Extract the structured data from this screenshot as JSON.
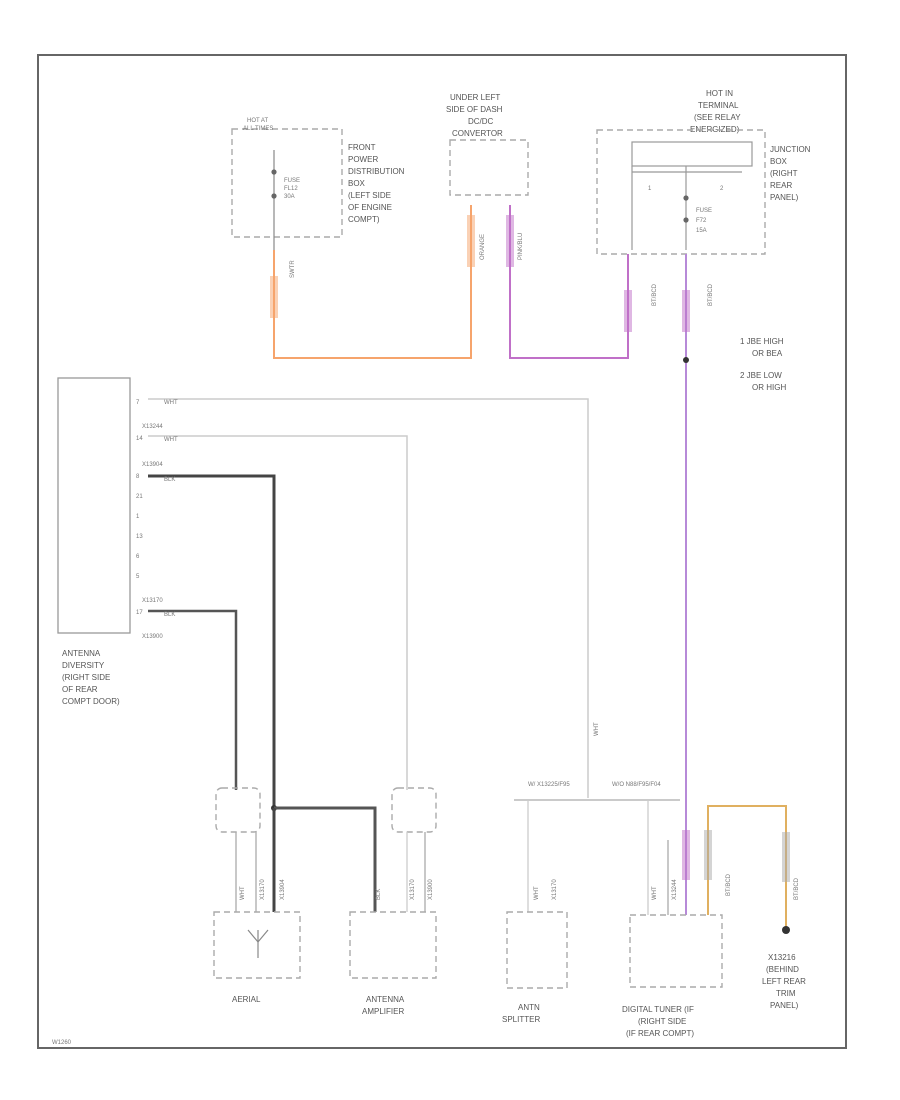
{
  "components": {
    "front_power_box": [
      "FRONT",
      "POWER",
      "DISTRIBUTION",
      "BOX",
      "(LEFT SIDE",
      "OF ENGINE",
      "COMPT)"
    ],
    "hot_alternator": [
      "HOT AT",
      "ALL TIMES"
    ],
    "fuse_left": [
      "FUSE",
      "FL12",
      "30A"
    ],
    "under_left": [
      "UNDER LEFT",
      "SIDE OF DASH",
      "DC/DC",
      "CONVERTOR"
    ],
    "hot_terminal": [
      "HOT IN",
      "TERMINAL",
      "(SEE RELAY",
      "ENERGIZED)"
    ],
    "junction_box": [
      "JUNCTION",
      "BOX",
      "(RIGHT",
      "REAR",
      "PANEL)"
    ],
    "fuse_right": [
      "FUSE",
      "F72",
      "15A"
    ],
    "relay_pins": [
      "1",
      "2"
    ],
    "legend": [
      "1  JBE HIGH",
      "OR BEA",
      "2  JBE LOW",
      "OR HIGH"
    ],
    "antenna_diversity": [
      "ANTENNA",
      "DIVERSITY",
      "(RIGHT SIDE",
      "OF REAR",
      "COMPT DOOR)"
    ],
    "aerial": "AERIAL",
    "antenna_amplifier": [
      "ANTENNA",
      "AMPLIFIER"
    ],
    "antenna_splitter": [
      "ANTN",
      "SPLITTER"
    ],
    "digital_tuner": [
      "DIGITAL TUNER (IF",
      "(RIGHT SIDE",
      "(IF REAR COMPT)"
    ],
    "ground": [
      "X13216",
      "(BEHIND",
      "LEFT REAR",
      "TRIM",
      "PANEL)"
    ],
    "spl_left": "W/ X13225/F95",
    "spl_right": "W/O N88/F95/F04",
    "footer_code": "W1260"
  },
  "wires": {
    "orange_left": "SWTR",
    "orange_right": "ORANGE",
    "pink": "PINK/BLU",
    "right_a": "BT/BCD",
    "right_b": "BT/BCD",
    "top_white": "WHT",
    "mid_white": "WHT",
    "mid_white_code": "X13244",
    "black_code": "X13904",
    "black": "BLK",
    "lower_code": "X13170",
    "lower": "BLK",
    "below_code": "X13900",
    "splitter_white": "WHT",
    "aerial_a": "WHT",
    "aerial_b": "X13170",
    "aerial_c": "X13904",
    "amp_a": "BLK",
    "amp_b": "X13170",
    "amp_c": "X13900",
    "splitter_in": "WHT",
    "splitter_in2": "X13170",
    "tuner_a": "WHT",
    "tuner_b": "X13244",
    "tuner_c": "BT/BCD",
    "ground_wire": "BT/BCD"
  },
  "pins": [
    "7",
    "14",
    "8",
    "21",
    "1",
    "13",
    "6",
    "5",
    "17"
  ],
  "colors": {
    "orange": "#f6a46c",
    "pink": "#c070c8",
    "purple": "#b78ad8",
    "black": "#444444",
    "tan": "#e0b060",
    "white_wire": "#c8c8c8",
    "frame": "#666666"
  }
}
